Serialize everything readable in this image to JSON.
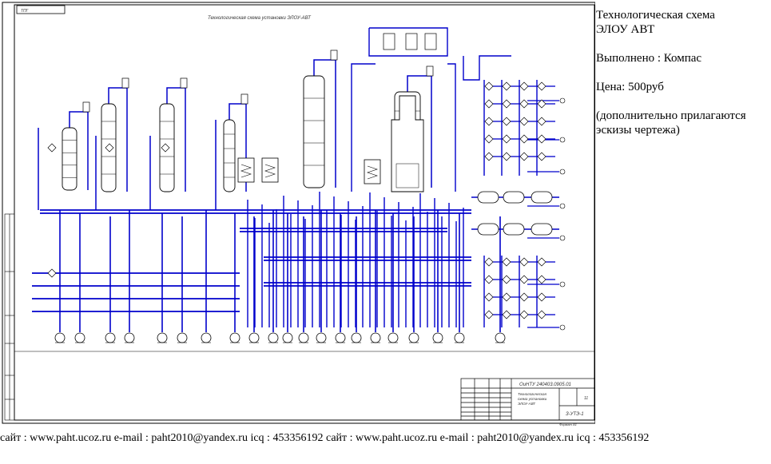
{
  "drawing": {
    "stamp_code": "ТПГ",
    "title": "Технологическая схема установки ЭЛОУ-АВТ",
    "doc_code": "ОиНТУ 240403.0905.01",
    "title_block_name_1": "Технологическая",
    "title_block_name_2": "схема установки",
    "title_block_name_3": "ЭЛОУ-АВТ",
    "sheets": "11",
    "dept": "З-УТЭ-1",
    "format": "Формат А1"
  },
  "info": {
    "title_1": "Технологическая схема",
    "title_2": "ЭЛОУ АВТ",
    "made_with": "Выполнено : Компас",
    "price": "Цена: 500руб",
    "note": "(дополнительно прилагаются эскизы чертежа)"
  },
  "footer": {
    "text": "сайт : www.paht.ucoz.ru     e-mail : paht2010@yandex.ru     icq : 453356192   сайт : www.paht.ucoz.ru     e-mail : paht2010@yandex.ru     icq : 453356192"
  },
  "colors": {
    "pipe": "#0000cc",
    "line": "#000000"
  }
}
